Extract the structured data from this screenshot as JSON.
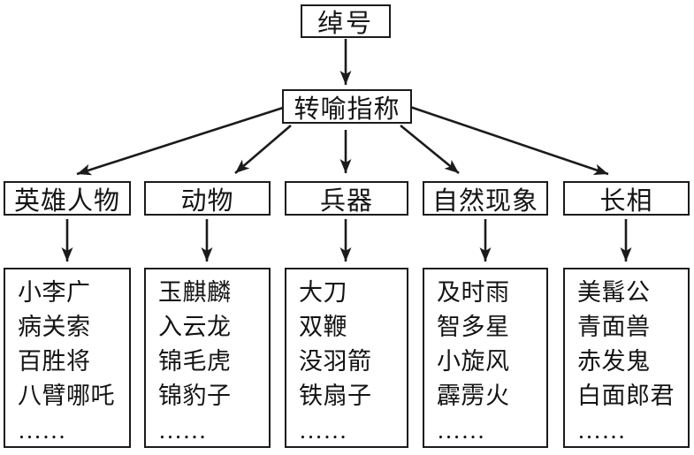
{
  "root": {
    "label": "绰号"
  },
  "level2": {
    "label": "转喻指称"
  },
  "categories": [
    {
      "label": "英雄人物",
      "items": [
        "小李广",
        "病关索",
        "百胜将",
        "八臂哪吒",
        "……"
      ]
    },
    {
      "label": "动物",
      "items": [
        "玉麒麟",
        "入云龙",
        "锦毛虎",
        "锦豹子",
        "……"
      ]
    },
    {
      "label": "兵器",
      "items": [
        "大刀",
        "双鞭",
        "没羽箭",
        "铁扇子",
        "……"
      ]
    },
    {
      "label": "自然现象",
      "items": [
        "及时雨",
        "智多星",
        "小旋风",
        "霹雳火",
        "……"
      ]
    },
    {
      "label": "长相",
      "items": [
        "美髯公",
        "青面兽",
        "赤发鬼",
        "白面郎君",
        "……"
      ]
    }
  ],
  "colors": {
    "line": "#1b1b1b",
    "background": "#ffffff",
    "text": "#141414"
  }
}
